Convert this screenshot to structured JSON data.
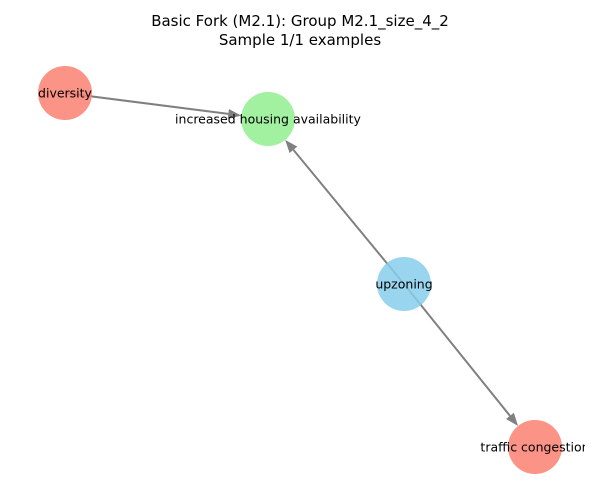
{
  "title": {
    "line1": "Basic Fork (M2.1): Group M2.1_size_4_2",
    "line2": "Sample 1/1 examples"
  },
  "colors": {
    "cause": "#87CEEB",
    "mediator": "#90EE90",
    "effect": "#FA8072",
    "edge": "#808080"
  },
  "nodes": [
    {
      "id": "upzoning",
      "label": "upzoning",
      "role": "cause"
    },
    {
      "id": "increased_housing",
      "label": "increased housing availability",
      "role": "mediator"
    },
    {
      "id": "diversity",
      "label": "diversity",
      "role": "effect"
    },
    {
      "id": "traffic",
      "label": "traffic congestion",
      "role": "effect"
    }
  ],
  "edges": [
    {
      "from": "upzoning",
      "to": "increased_housing"
    },
    {
      "from": "upzoning",
      "to": "traffic"
    },
    {
      "from": "diversity",
      "to": "increased_housing"
    }
  ]
}
